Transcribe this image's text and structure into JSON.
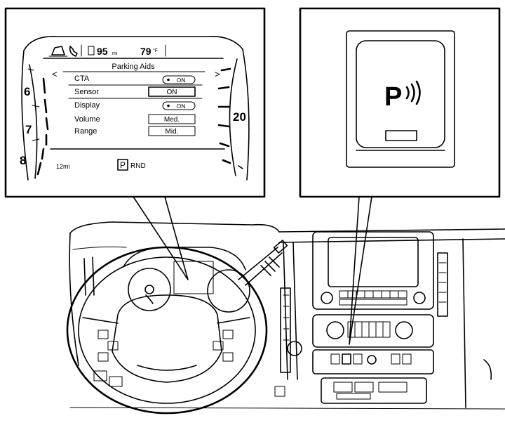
{
  "cluster": {
    "status_bar": {
      "range_value": "95",
      "range_unit": "mi",
      "temp_value": "79",
      "temp_unit": "°F"
    },
    "menu_title": "Parking Aids",
    "nav_left": "<",
    "nav_right": ">",
    "settings": [
      {
        "label": "CTA",
        "value": "ON"
      },
      {
        "label": "Sensor",
        "value": "ON"
      },
      {
        "label": "Display",
        "value": "ON"
      },
      {
        "label": "Volume",
        "value": "Med."
      },
      {
        "label": "Range",
        "value": "Mid."
      }
    ],
    "odometer": "12mi",
    "gear_selected": "P",
    "gear_others": "RND",
    "tach_labels": [
      "6",
      "7",
      "8"
    ],
    "speed_label": "20"
  },
  "switch_callout": {
    "icon": "P"
  }
}
